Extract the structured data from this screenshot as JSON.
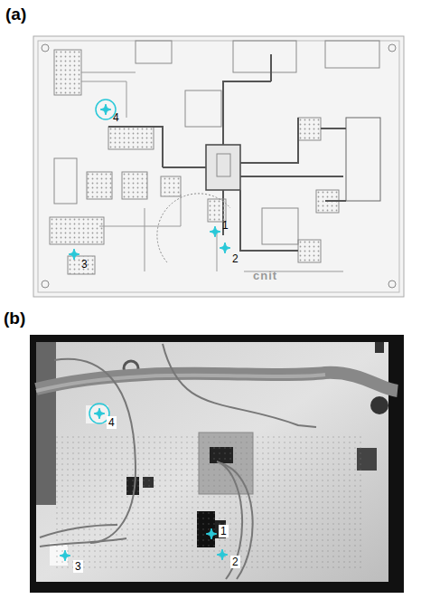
{
  "diagram": {
    "labels": [
      "(a)",
      "4",
      "1",
      "2",
      "3",
      "cnit",
      "(b)",
      "4",
      "1",
      "2",
      "3"
    ]
  }
}
